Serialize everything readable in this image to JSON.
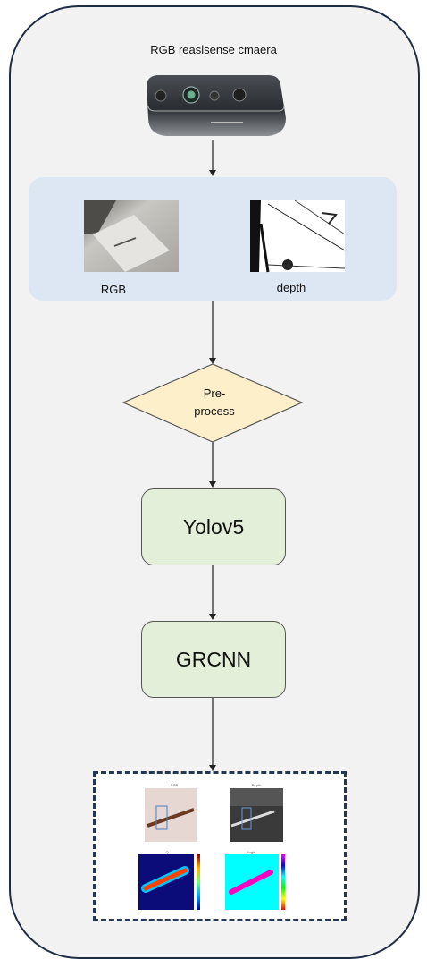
{
  "camera": {
    "title": "RGB reaslsense cmaera",
    "icon": "realsense-camera-icon"
  },
  "inputs": [
    {
      "label": "RGB",
      "image": "rgb-frame-thumbnail"
    },
    {
      "label": "depth",
      "image": "depth-frame-thumbnail"
    }
  ],
  "steps": {
    "preprocess": {
      "line1": "Pre-",
      "line2": "process"
    },
    "detector": "Yolov5",
    "grasp_net": "GRCNN"
  },
  "output": {
    "panels": [
      {
        "title": "RGB"
      },
      {
        "title": "Depth"
      },
      {
        "title": "Q"
      },
      {
        "title": "Angle"
      }
    ]
  },
  "colors": {
    "frame_border": "#1f2d44",
    "frame_fill": "#f2f2f2",
    "panel_fill": "#dde7f3",
    "diamond_fill": "#fdefc9",
    "box_fill": "#e3efd9",
    "dashed_border": "#243754"
  }
}
